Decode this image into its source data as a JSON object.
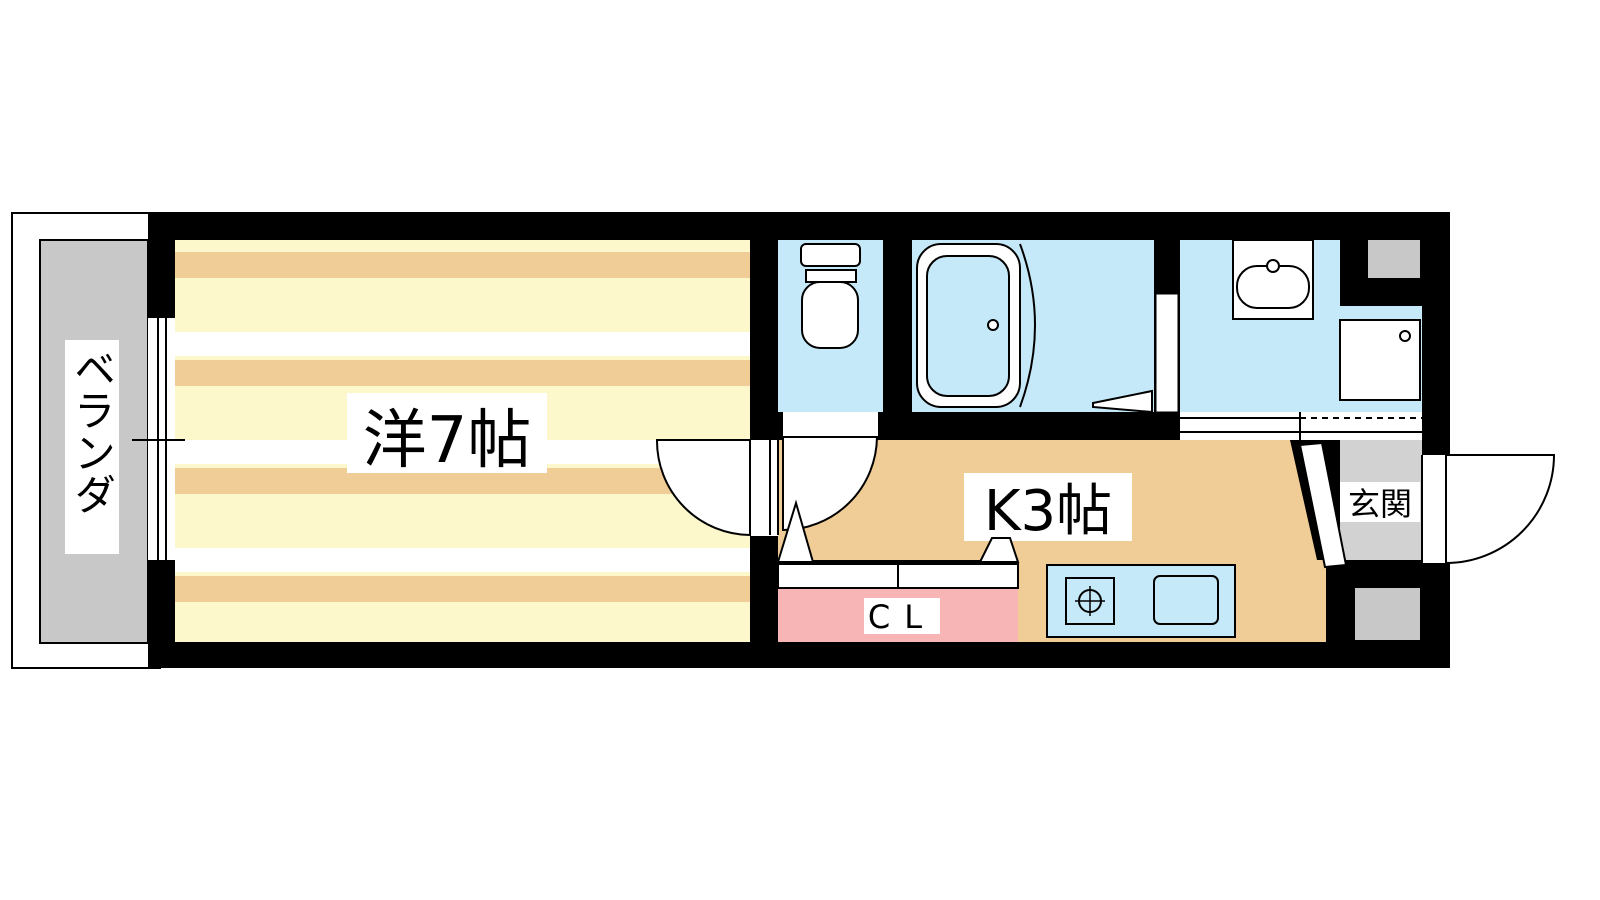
{
  "labels": {
    "veranda": "ベランダ",
    "western_room": "洋7帖",
    "kitchen": "K3帖",
    "closet": "CL",
    "entrance": "玄関"
  },
  "colors": {
    "wall": "#000000",
    "floor_stripe": "#f0cc96",
    "floor_base": "#fdf8cc",
    "kitchen_floor": "#f0cc96",
    "wet_area": "#c5e9f8",
    "closet": "#f7b5b5",
    "balcony": "#c8c8c8",
    "entrance": "#d2d2d2"
  }
}
